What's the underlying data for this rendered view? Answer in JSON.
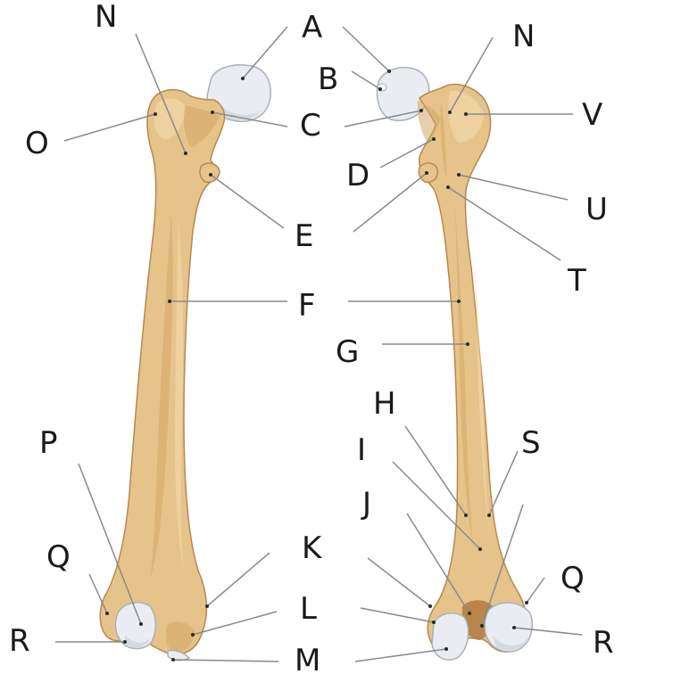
{
  "labels": {
    "A": "A",
    "B": "B",
    "C": "C",
    "D": "D",
    "E": "E",
    "F": "F",
    "G": "G",
    "H": "H",
    "I": "I",
    "J": "J",
    "K": "K",
    "L": "L",
    "M": "M",
    "N": "N",
    "N2": "N",
    "O": "O",
    "P": "P",
    "Q": "Q",
    "Q2": "Q",
    "R": "R",
    "R2": "R",
    "S": "S",
    "T": "T",
    "U": "U",
    "V": "V"
  },
  "colors": {
    "bone": "#e6c38a",
    "bone_outline": "#b48a4e",
    "cartilage": "#e9edf1",
    "leader_line": "#8a8a8a",
    "label_text": "#1a1a1a"
  }
}
